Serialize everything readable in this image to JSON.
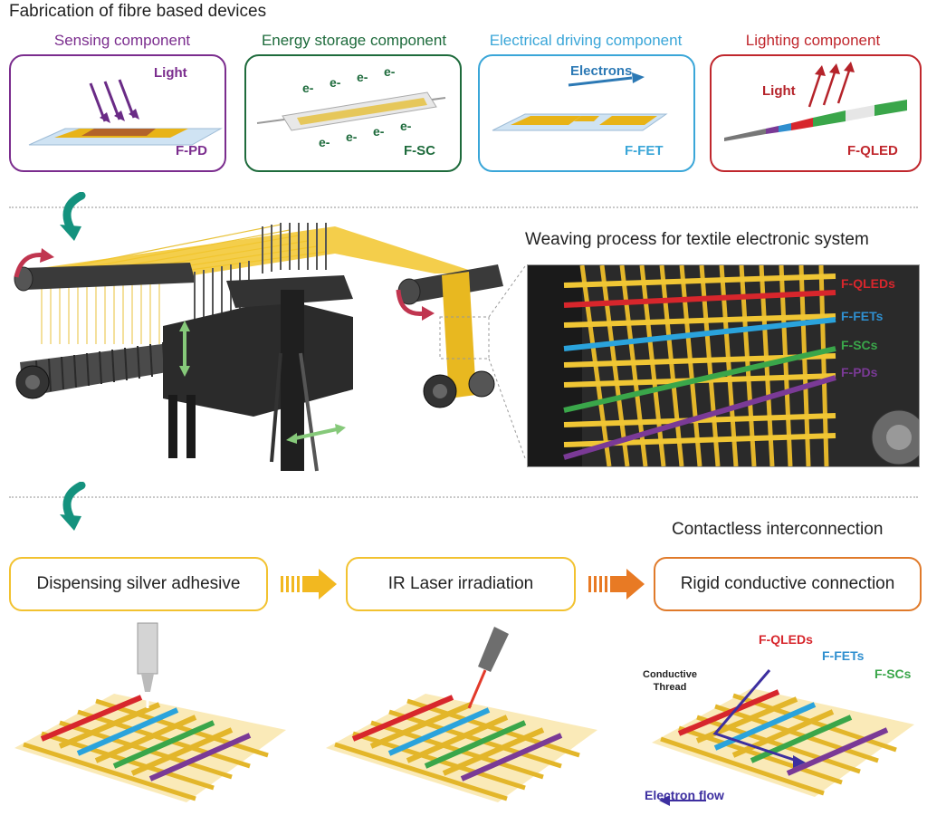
{
  "section_titles": {
    "fabrication": "Fabrication of fibre based devices",
    "weaving": "Weaving process for textile electronic system",
    "interconnection": "Contactless interconnection"
  },
  "components": [
    {
      "title": "Sensing component",
      "device": "F-PD",
      "annotation": "Light",
      "color": "#7b2d8e"
    },
    {
      "title": "Energy storage component",
      "device": "F-SC",
      "annotation": "e-",
      "color": "#1e6b3c"
    },
    {
      "title": "Electrical driving component",
      "device": "F-FET",
      "annotation": "Electrons",
      "color": "#3aa6d8"
    },
    {
      "title": "Lighting component",
      "device": "F-QLED",
      "annotation": "Light",
      "color": "#c0272d"
    }
  ],
  "fabric_labels": [
    {
      "text": "F-QLEDs",
      "color": "#d7262c"
    },
    {
      "text": "F-FETs",
      "color": "#2f8fcf"
    },
    {
      "text": "F-SCs",
      "color": "#3aa64a"
    },
    {
      "text": "F-PDs",
      "color": "#7a3a96"
    }
  ],
  "steps": [
    {
      "label": "Dispensing silver adhesive",
      "color": "#f2c230"
    },
    {
      "label": "IR Laser irradiation",
      "color": "#f2c230"
    },
    {
      "label": "Rigid conductive connection",
      "color": "#e07a2a"
    }
  ],
  "final_labels": {
    "qleds": "F-QLEDs",
    "fets": "F-FETs",
    "scs": "F-SCs",
    "conductive_thread": "Conductive\nThread",
    "electron_flow": "Electron flow"
  }
}
